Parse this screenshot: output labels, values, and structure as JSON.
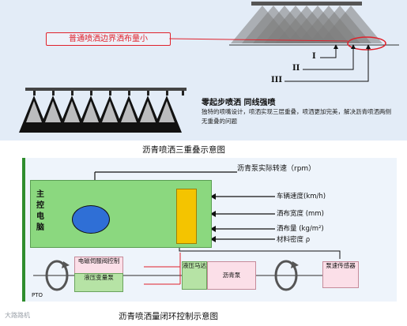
{
  "top": {
    "callout": "普通喷洒边界洒布量小",
    "layers": [
      "I",
      "II",
      "III"
    ],
    "title": "零起步喷洒 同线强喷",
    "description": "独特的喷嘴设计，喷洒实现三层重叠，喷洒更加完美，解决沥青喷洒两侧无重叠的问题",
    "caption": "沥青喷洒三重叠示意图"
  },
  "bottom": {
    "rpm_label": "沥青泵实际转速（rpm）",
    "controller": "主控电脑",
    "inputs": [
      "车辆速度(km/h)",
      "洒布宽度 (mm)",
      "洒布量 (kg/m²)",
      "材料密度 ρ"
    ],
    "servo": "电磁伺服阀控制",
    "pump_var": "液压变量泵",
    "motor": "液压马达",
    "asphalt_pump": "沥青泵",
    "sensor": "泵速传感器",
    "pto": "PTO",
    "caption": "沥青喷洒量闭环控制示意图"
  },
  "watermark": "大路路机"
}
